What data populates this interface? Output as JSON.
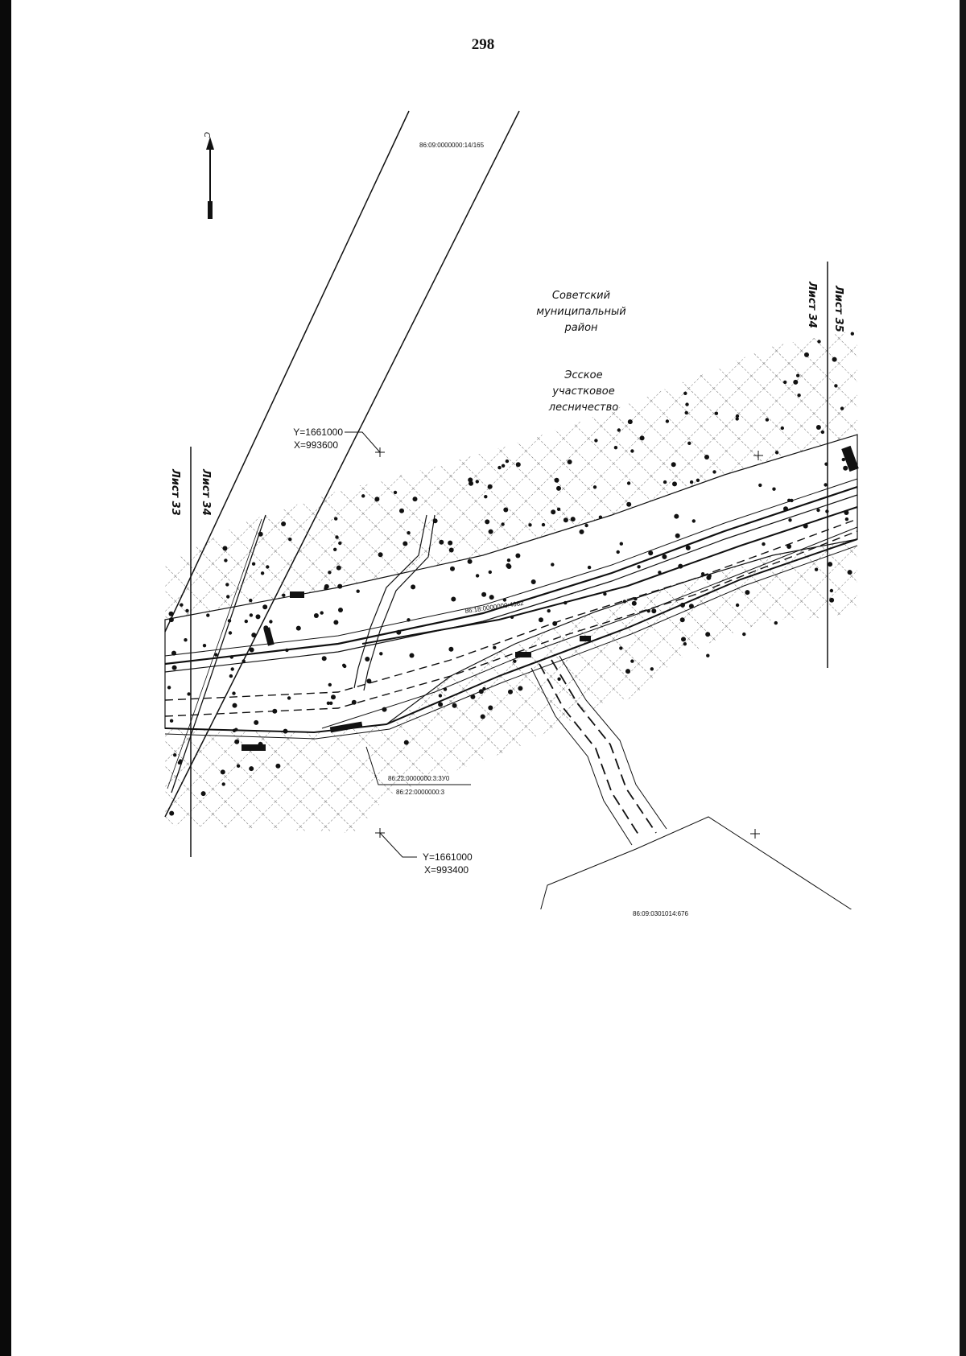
{
  "page": {
    "number": "298"
  },
  "map": {
    "north_arrow_label": "С",
    "district_label": [
      "Советский",
      "муниципальный",
      "район"
    ],
    "forestry_label": [
      "Эсское",
      "участковое",
      "лесничество"
    ],
    "sheet_labels": {
      "top_right_a": "Лист 34",
      "top_right_b": "Лист 35",
      "left_a": "Лист 33",
      "left_b": "Лист 34"
    },
    "coordinates": {
      "upper": {
        "y": "Y=1661000",
        "x": "X=993600"
      },
      "lower": {
        "y": "Y=1661000",
        "x": "X=993400"
      }
    },
    "cadastral_labels": {
      "top": "86:09:0000000:14/165",
      "road": "86:18:0000000:4662",
      "bottom_a": "86:22:0000000:3:3У0",
      "bottom_b": "86:22:0000000:3",
      "lower_right": "86:09:0301014:676"
    },
    "colors": {
      "ink": "#111111",
      "hatch": "#6a6a6a",
      "background": "#ffffff"
    }
  }
}
